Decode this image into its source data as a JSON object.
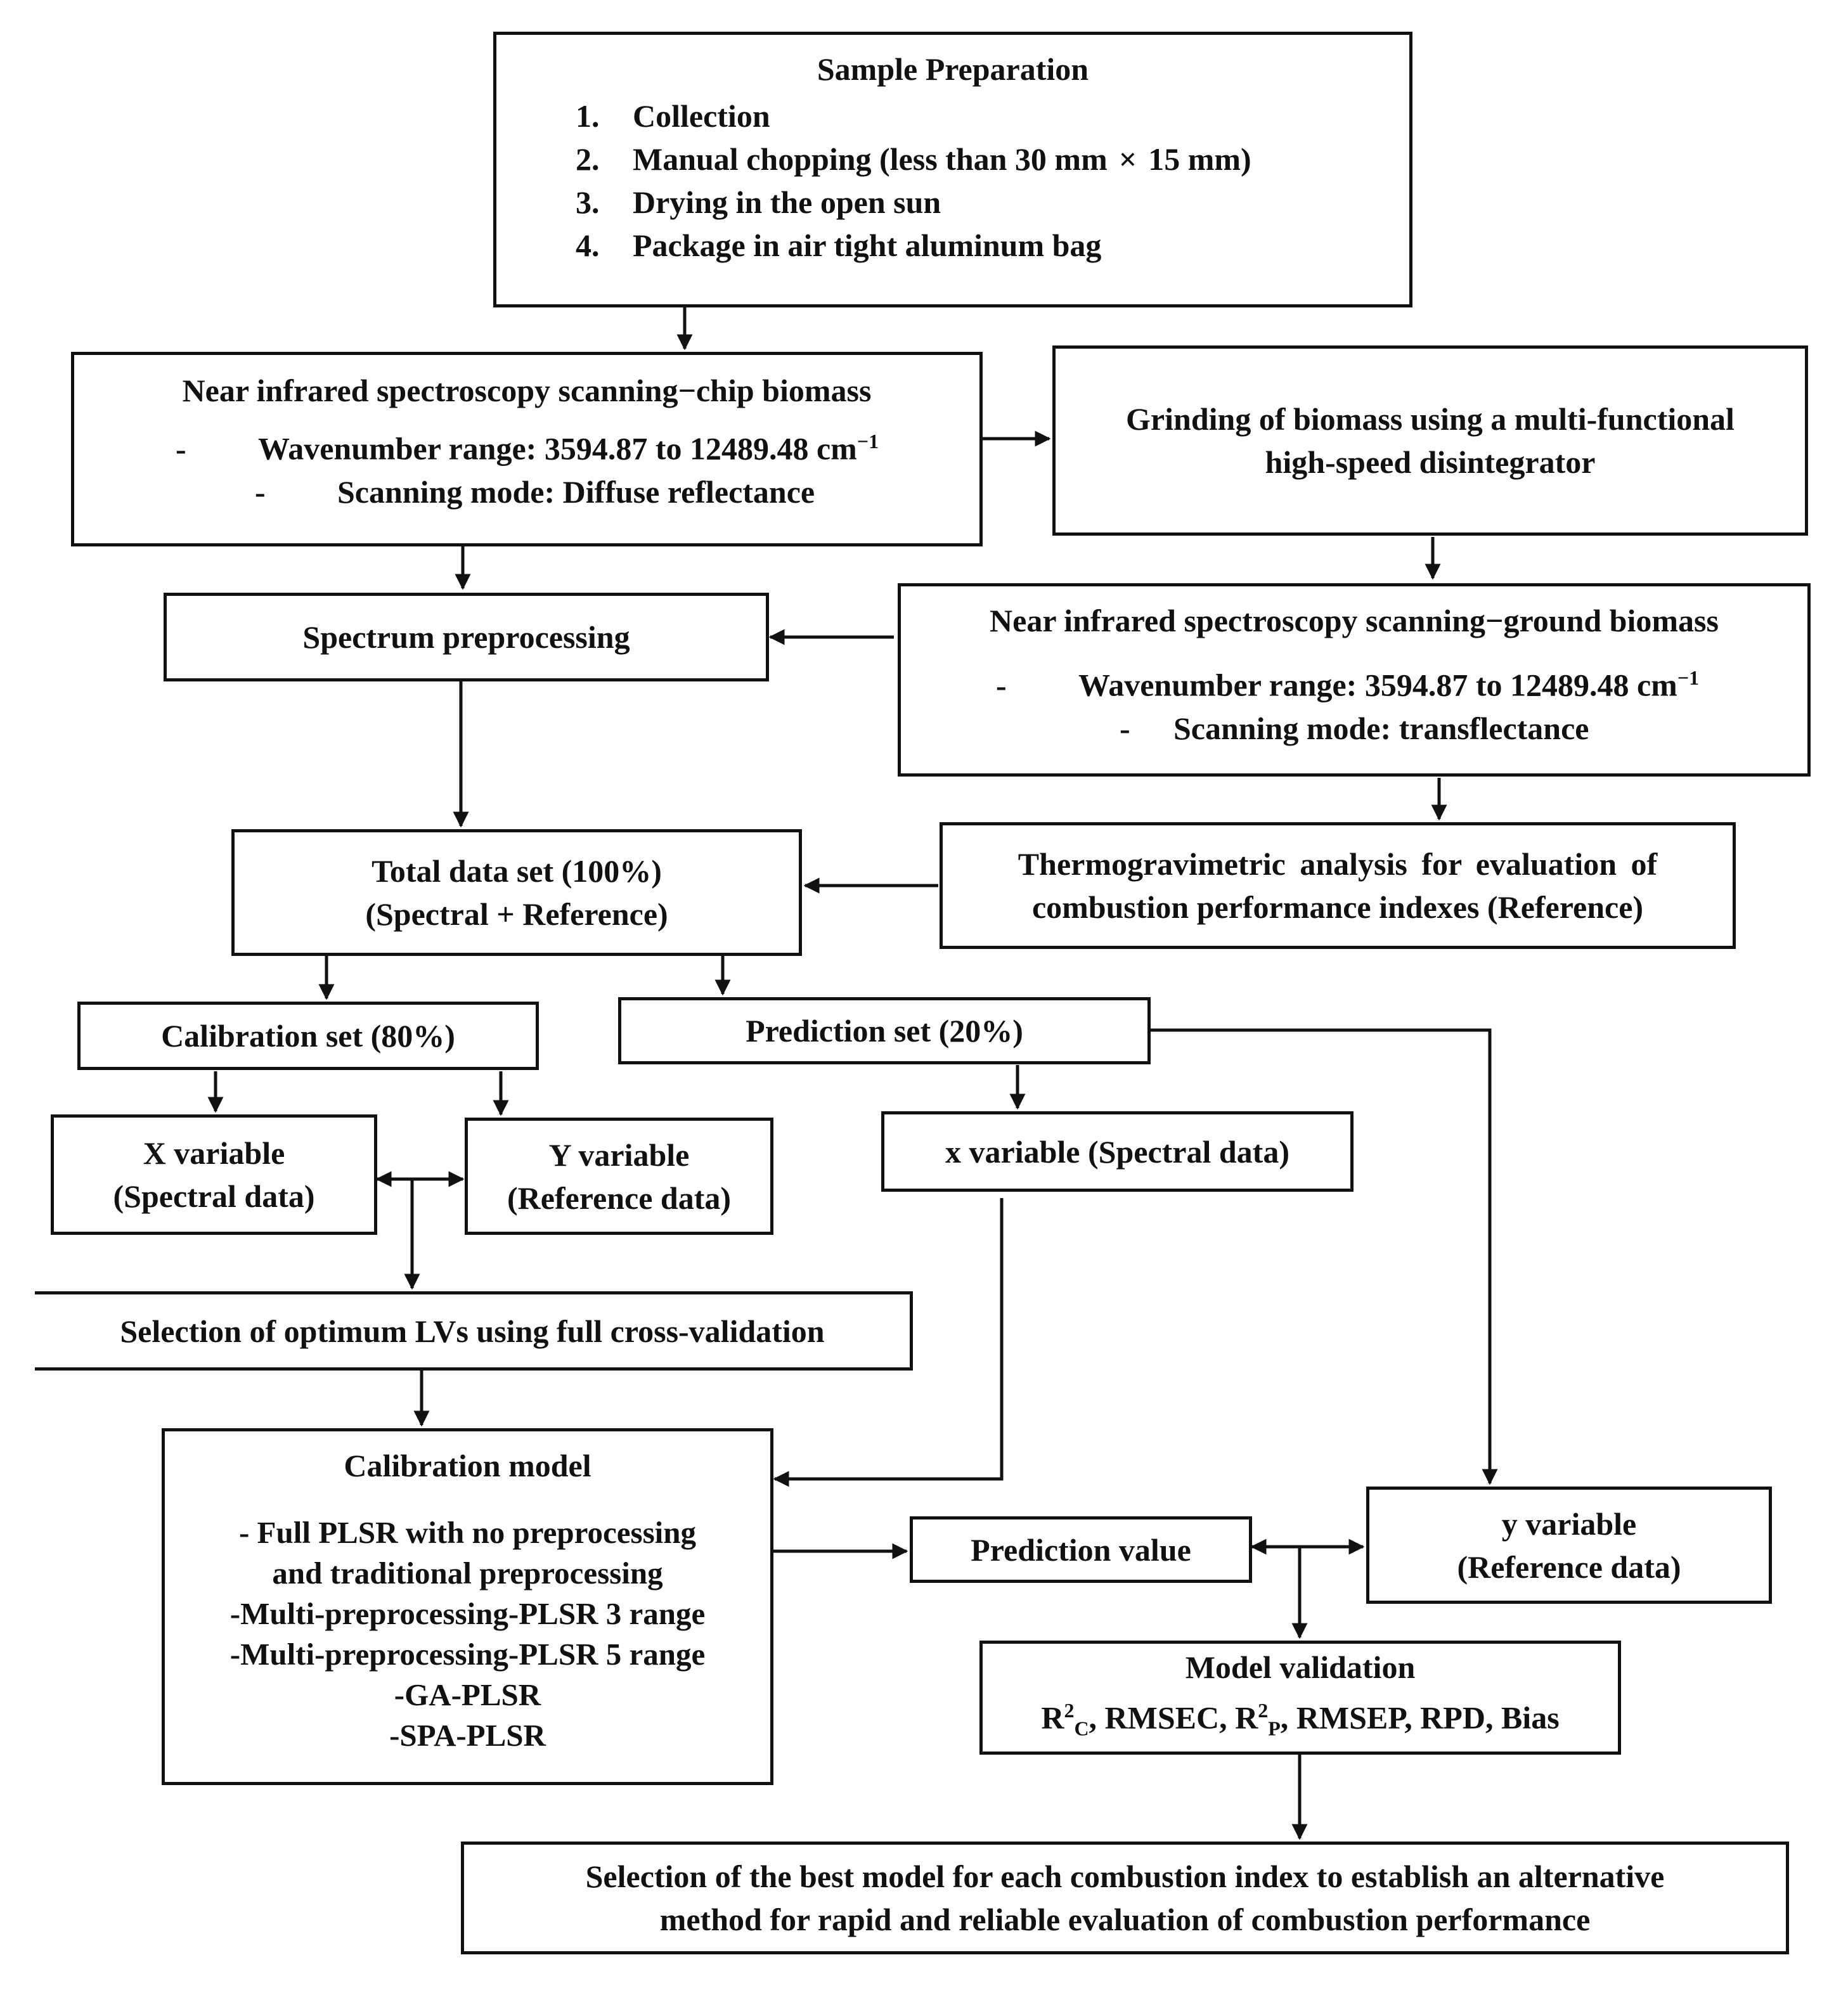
{
  "sample_preparation": {
    "title": "Sample Preparation",
    "steps": [
      {
        "num": "1.",
        "text": "Collection"
      },
      {
        "num": "2.",
        "text": "Manual chopping (less than 30 mm",
        "mult": "×",
        "text_after": "15 mm)"
      },
      {
        "num": "3.",
        "text": "Drying in the open sun"
      },
      {
        "num": "4.",
        "text": "Package in air tight aluminum bag"
      }
    ]
  },
  "nir_chip": {
    "title": "Near infrared spectroscopy scanning−chip biomass",
    "dash": "-",
    "line1": "Wavenumber range: 3594.87 to 12489.48 cm",
    "line1_sup": "−1",
    "line2": "Scanning mode: Diffuse reflectance"
  },
  "grinding": {
    "line1": "Grinding of biomass using a multi-functional",
    "line2": "high-speed disintegrator"
  },
  "spectrum_preprocessing": "Spectrum preprocessing",
  "nir_ground": {
    "title": "Near infrared spectroscopy scanning−ground biomass",
    "dash": "-",
    "line1": "Wavenumber range: 3594.87 to 12489.48 cm",
    "line1_sup": "−1",
    "line2": "Scanning mode: transflectance"
  },
  "total_data_set": {
    "line1": "Total data set (100%)",
    "line2": "(Spectral + Reference)"
  },
  "thermogravimetric": {
    "line1": "Thermogravimetric analysis for evaluation of",
    "line2": "combustion performance indexes (Reference)"
  },
  "calibration_set": "Calibration set (80%)",
  "prediction_set": "Prediction set (20%)",
  "x_variable": {
    "line1": "X variable",
    "line2": "(Spectral data)"
  },
  "y_variable": {
    "line1": "Y variable",
    "line2": "(Reference data)"
  },
  "x_variable_pred": "x variable (Spectral data)",
  "lv_selection": "Selection of optimum LVs using full cross-validation",
  "calibration_model": {
    "title": "Calibration model",
    "items": [
      "- Full PLSR with no preprocessing",
      "and traditional preprocessing",
      "-Multi-preprocessing-PLSR 3 range",
      "-Multi-preprocessing-PLSR 5 range",
      "-GA-PLSR",
      "-SPA-PLSR"
    ]
  },
  "prediction_value": "Prediction value",
  "y_variable_pred": {
    "line1": "y variable",
    "line2": "(Reference data)"
  },
  "model_validation": {
    "title": "Model validation",
    "r": "R",
    "sup2": "2",
    "sub_c": "C",
    "rmsec": ", RMSEC, R",
    "sub_p": "P",
    "rest": ", RMSEP, RPD, Bias"
  },
  "best_model": {
    "line1": "Selection of the best model for each combustion index to establish an alternative",
    "line2": "method for rapid and reliable evaluation of combustion performance"
  }
}
